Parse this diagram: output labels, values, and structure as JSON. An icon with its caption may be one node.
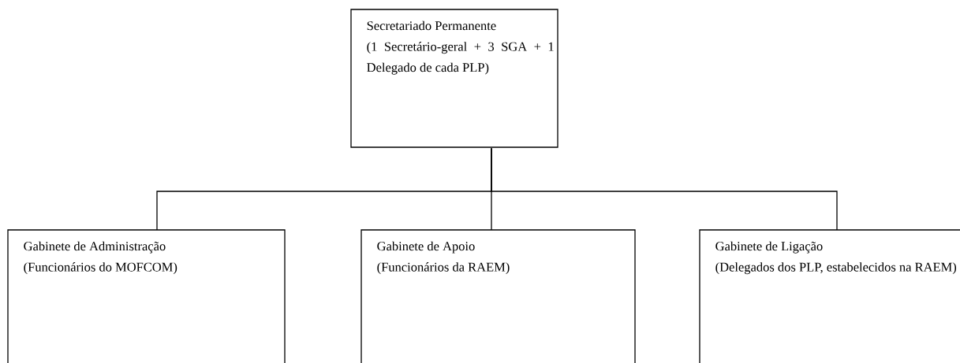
{
  "diagram": {
    "nodes": [
      {
        "text": [
          "Secretariado Permanente",
          "(1 Secretário-geral + 3 SGA + 1 Delegado de cada PLP)"
        ]
      },
      {
        "text": [
          "Gabinete de Administração",
          "(Funcionários do MOFCOM)"
        ]
      },
      {
        "text": [
          "Gabinete de Apoio",
          "(Funcionários da RAEM)"
        ]
      },
      {
        "text": [
          "Gabinete de Ligação",
          "(Delegados dos PLP, estabelecidos na RAEM)"
        ]
      }
    ],
    "edges": [
      {
        "from": 0,
        "to": 1,
        "arrow": "none"
      },
      {
        "from": 0,
        "to": 2,
        "arrow": "none"
      },
      {
        "from": 0,
        "to": 3,
        "arrow": "none"
      }
    ]
  }
}
